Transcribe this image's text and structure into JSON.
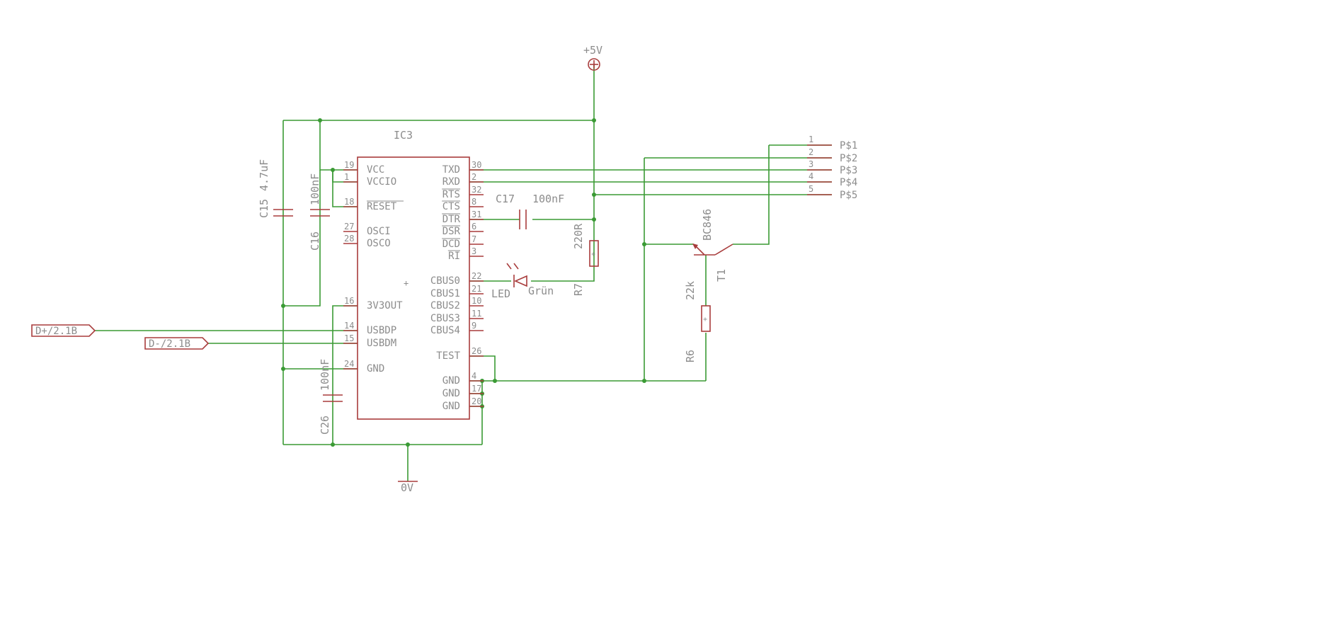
{
  "supply": {
    "vcc": "+5V",
    "gnd": "0V"
  },
  "ic": {
    "name": "IC3",
    "left_pins": [
      {
        "num": "19",
        "name": "VCC"
      },
      {
        "num": "1",
        "name": "VCCIO"
      },
      {
        "num": "18",
        "name": "RESET"
      },
      {
        "num": "27",
        "name": "OSCI"
      },
      {
        "num": "28",
        "name": "OSCO"
      },
      {
        "num": "16",
        "name": "3V3OUT"
      },
      {
        "num": "14",
        "name": "USBDP"
      },
      {
        "num": "15",
        "name": "USBDM"
      },
      {
        "num": "24",
        "name": "GND"
      }
    ],
    "right_pins": [
      {
        "num": "30",
        "name": "TXD"
      },
      {
        "num": "2",
        "name": "RXD"
      },
      {
        "num": "32",
        "name": "RTS"
      },
      {
        "num": "8",
        "name": "CTS"
      },
      {
        "num": "31",
        "name": "DTR"
      },
      {
        "num": "6",
        "name": "DSR"
      },
      {
        "num": "7",
        "name": "DCD"
      },
      {
        "num": "3",
        "name": "RI"
      },
      {
        "num": "22",
        "name": "CBUS0"
      },
      {
        "num": "21",
        "name": "CBUS1"
      },
      {
        "num": "10",
        "name": "CBUS2"
      },
      {
        "num": "11",
        "name": "CBUS3"
      },
      {
        "num": "9",
        "name": "CBUS4"
      },
      {
        "num": "26",
        "name": "TEST"
      },
      {
        "num": "4",
        "name": "GND"
      },
      {
        "num": "17",
        "name": "GND"
      },
      {
        "num": "20",
        "name": "GND"
      }
    ]
  },
  "components": {
    "c15": {
      "name": "C15",
      "value": "4.7uF"
    },
    "c16": {
      "name": "C16",
      "value": "100nF"
    },
    "c17": {
      "name": "C17",
      "value": "100nF"
    },
    "c26": {
      "name": "C26",
      "value": "100nF"
    },
    "r7": {
      "name": "R7",
      "value": "220R"
    },
    "r6": {
      "name": "R6",
      "value": "22k"
    },
    "t1": {
      "name": "T1",
      "value": "BC846"
    },
    "led": {
      "name": "LED",
      "value": "Grün"
    }
  },
  "ports": {
    "dp": "D+/2.1B",
    "dm": "D-/2.1B"
  },
  "connector": [
    {
      "num": "1",
      "name": "P$1"
    },
    {
      "num": "2",
      "name": "P$2"
    },
    {
      "num": "3",
      "name": "P$3"
    },
    {
      "num": "4",
      "name": "P$4"
    },
    {
      "num": "5",
      "name": "P$5"
    }
  ]
}
